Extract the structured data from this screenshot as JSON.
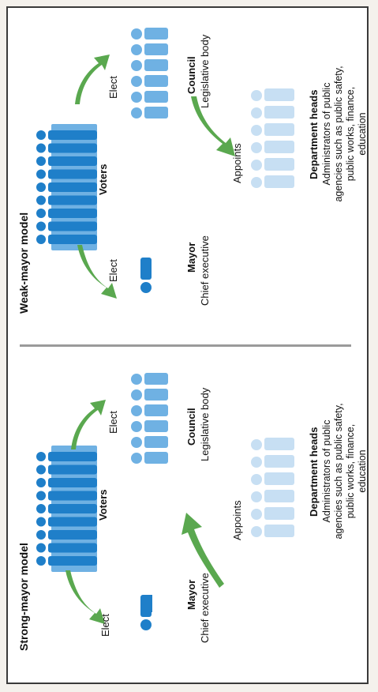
{
  "colors": {
    "voter_blue": "#1f7fc9",
    "light_blue": "#6fb1e3",
    "pale_blue": "#c7dff3",
    "arrow_green": "#5aa84f",
    "divider": "#9a9a9a"
  },
  "strong": {
    "title": "Strong-mayor model",
    "voters_label": "Voters",
    "elect_left": "Elect",
    "elect_right": "Elect",
    "appoints": "Appoints",
    "mayor_title": "Mayor",
    "mayor_role": "Chief executive",
    "council_title": "Council",
    "council_role": "Legislative body",
    "dept_title": "Department heads",
    "dept_desc": "Administrators of public agencies such as public safety, public works, finance, education"
  },
  "weak": {
    "title": "Weak-mayor model",
    "voters_label": "Voters",
    "elect_left": "Elect",
    "elect_right": "Elect",
    "appoints": "Appoints",
    "mayor_title": "Mayor",
    "mayor_role": "Chief executive",
    "council_title": "Council",
    "council_role": "Legislative body",
    "dept_title": "Department heads",
    "dept_desc": "Administrators of public agencies such as public safety, public works, finance, education"
  }
}
